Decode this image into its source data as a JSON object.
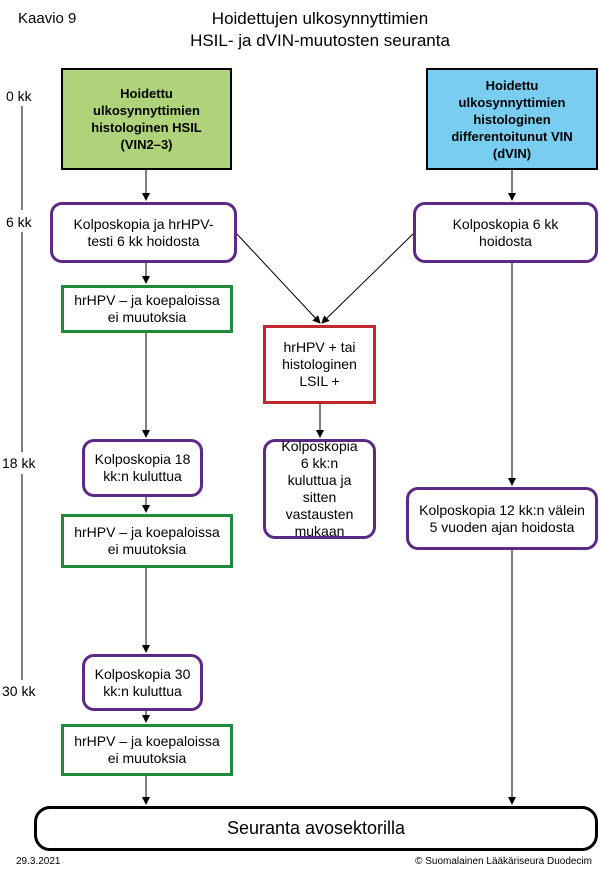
{
  "header": {
    "figure_label": "Kaavio 9",
    "title_line1": "Hoidettujen ulkosynnyttimien",
    "title_line2": "HSIL- ja dVIN-muutosten seuranta"
  },
  "timeline": [
    "0 kk",
    "6 kk",
    "18 kk",
    "30 kk"
  ],
  "nodes": {
    "hsil": "Hoidettu ulkosynnyttimien histologinen HSIL (VIN2–3)",
    "dvin": "Hoidettu ulkosynnyttimien histologinen differentoitunut VIN (dVIN)",
    "kolpo_hpv_6": "Kolposkopia ja hrHPV-testi 6 kk hoidosta",
    "kolpo_6_right": "Kolposkopia 6 kk hoidosta",
    "hpv_neg_1": "hrHPV – ja koepaloissa ei muutoksia",
    "hpv_pos": "hrHPV + tai histologinen LSIL +",
    "kolpo_18": "Kolposkopia 18 kk:n kuluttua",
    "kolpo_6_then": "Kolposkopia 6 kk:n kuluttua ja sitten vastausten mukaan",
    "kolpo_12": "Kolposkopia 12 kk:n välein 5 vuoden ajan hoidosta",
    "hpv_neg_2": "hrHPV – ja koepaloissa ei muutoksia",
    "kolpo_30": "Kolposkopia 30 kk:n kuluttua",
    "hpv_neg_3": "hrHPV – ja koepaloissa ei muutoksia",
    "final": "Seuranta avosektorilla"
  },
  "footer": {
    "date": "29.3.2021",
    "copyright": "© Suomalainen Lääkäriseura Duodecim"
  },
  "colors": {
    "purple_border": "#5b2a86",
    "green_border": "#1f8a3c",
    "red_border": "#c0282d",
    "hsil_fill": "#aed37a",
    "dvin_fill": "#78cdf0"
  }
}
